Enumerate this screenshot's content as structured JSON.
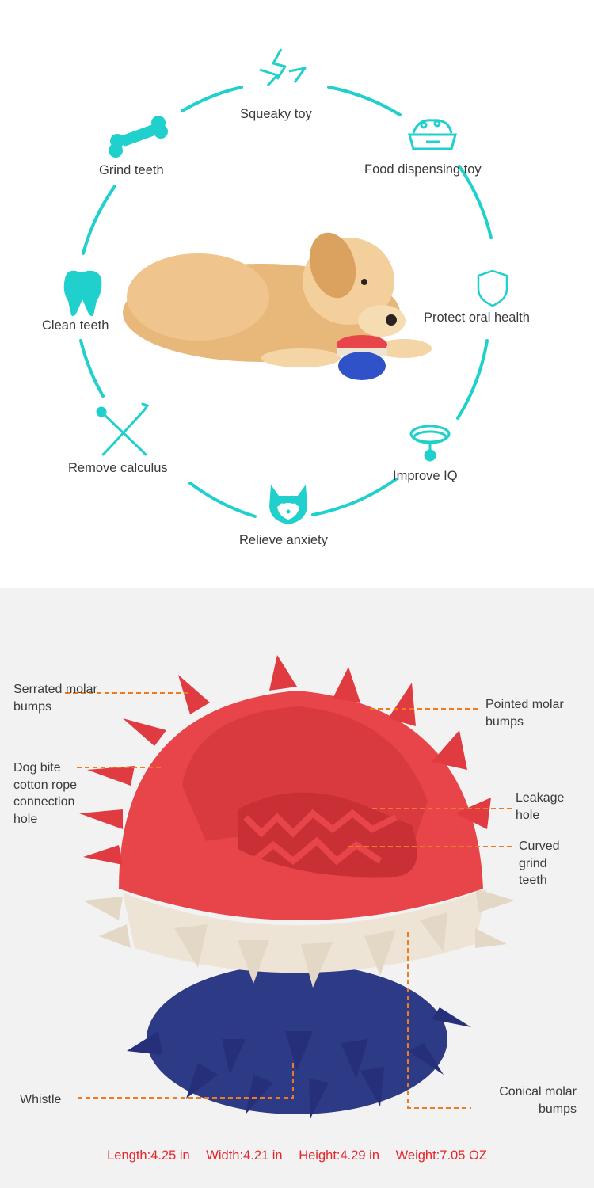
{
  "benefits": {
    "squeaky": "Squeaky toy",
    "food": "Food dispensing toy",
    "grind": "Grind teeth",
    "clean": "Clean teeth",
    "oral": "Protect oral health",
    "calculus": "Remove calculus",
    "iq": "Improve IQ",
    "anxiety": "Relieve anxiety"
  },
  "callouts": {
    "serrated": "Serrated molar bumps",
    "pointed": "Pointed molar bumps",
    "rope_hole": "Dog bite cotton rope connection hole",
    "leakage": "Leakage hole",
    "curved": "Curved grind teeth",
    "whistle": "Whistle",
    "conical": "Conical molar bumps"
  },
  "specs": {
    "length": "Length:4.25 in",
    "width": "Width:4.21 in",
    "height": "Height:4.29 in",
    "weight": "Weight:7.05 OZ"
  },
  "colors": {
    "accent": "#1fd0cc",
    "callout_line": "#f07a1e",
    "spec_text": "#e8252b",
    "toy_red": "#e8454a",
    "toy_cream": "#ede4d6",
    "toy_blue": "#2d3a86"
  },
  "icons": [
    "lightning-icon",
    "food-bowl-icon",
    "bone-icon",
    "tooth-icon",
    "shield-icon",
    "dental-tools-icon",
    "dog-collar-icon",
    "shiba-dog-icon"
  ]
}
